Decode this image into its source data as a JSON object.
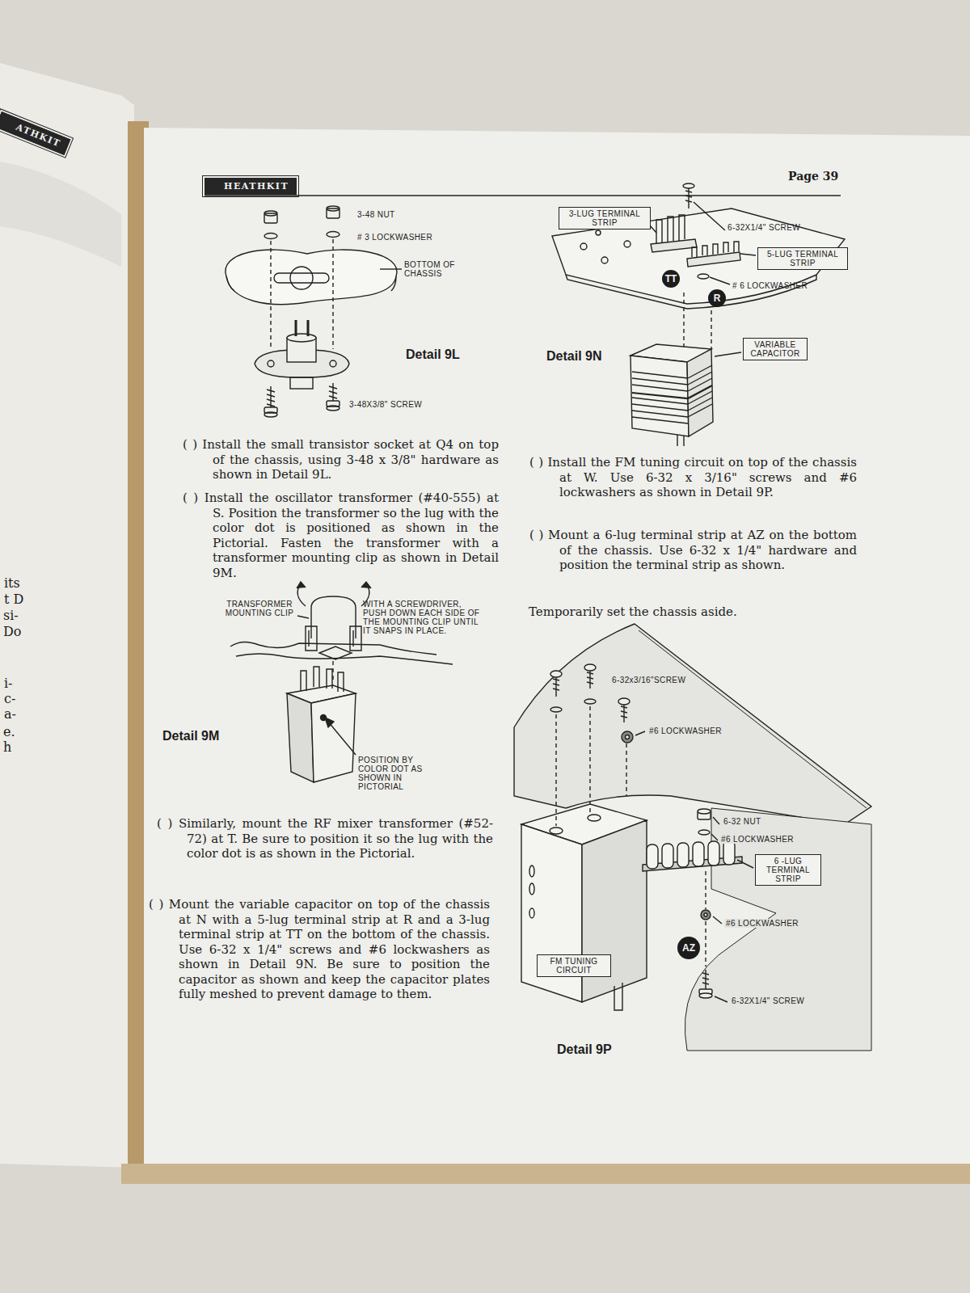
{
  "diagram": {
    "nodes": [
      {
        "text": [
          "ATHKIT"
        ]
      },
      {
        "text": [
          "HEATHKIT"
        ]
      },
      {
        "text": [
          "3-LUG TERMINAL STRIP"
        ]
      },
      {
        "text": [
          "5-LUG TERMINAL STRIP"
        ]
      },
      {
        "text": [
          "TT"
        ]
      },
      {
        "text": [
          "R"
        ]
      },
      {
        "text": [
          "VARIABLE CAPACITOR"
        ]
      },
      {
        "text": [
          "6 -LUG TERMINAL STRIP"
        ]
      },
      {
        "text": [
          "AZ"
        ]
      },
      {
        "text": [
          "FM TUNING CIRCUIT"
        ]
      }
    ],
    "labels": [
      "Page 39",
      "3-48 NUT",
      "# 3 LOCKWASHER",
      "BOTTOM OF CHASSIS",
      "Detail 9L",
      "3-48X3/8\" SCREW",
      "( ) Install the small transistor socket at Q4 on top of the chassis, using 3-48 x 3/8\" hardware as shown in Detail 9L.",
      "( ) Install the oscillator transformer (#40-555) at S. Position the transformer so the lug with the color dot is positioned as shown in the Pictorial. Fasten the transformer with a transformer mounting clip as shown in Detail 9M.",
      "TRANSFORMER MOUNTING CLIP",
      "WITH A SCREWDRIVER, PUSH DOWN EACH SIDE OF THE MOUNTING CLIP UNTIL IT SNAPS IN PLACE.",
      "Detail 9M",
      "POSITION BY COLOR DOT AS SHOWN IN PICTORIAL",
      "( ) Similarly, mount the RF mixer transformer (#52-72) at T. Be sure to position it so the lug with the color dot is as shown in the Pictorial.",
      "( ) Mount the variable capacitor on top of the chassis at N with a 5-lug terminal strip at R and a 3-lug terminal strip at TT on the bottom of the chassis. Use 6-32 x 1/4\" screws and #6 lockwashers as shown in Detail 9N. Be sure to position the capacitor as shown and keep the capacitor plates fully meshed to prevent damage to them.",
      "6-32X1/4\" SCREW",
      "# 6 LOCKWASHER",
      "Detail 9N",
      "( ) Install the FM tuning circuit on top of the chassis at W. Use 6-32 x 3/16\" screws and #6 lockwashers as shown in Detail 9P.",
      "( ) Mount a 6-lug terminal strip at AZ on the bottom of the chassis. Use 6-32 x 1/4\" hardware and position the terminal strip as shown.",
      "Temporarily set the chassis aside.",
      "6-32x3/16\"SCREW",
      "#6 LOCKWASHER",
      "6-32 NUT",
      "#6 LOCKWASHER",
      "#6 LOCKWASHER",
      "6-32X1/4\" SCREW",
      "Detail 9P",
      "its",
      "t D",
      "si-",
      "Do",
      "i-",
      "c-",
      "a-",
      "e.",
      "h"
    ]
  }
}
